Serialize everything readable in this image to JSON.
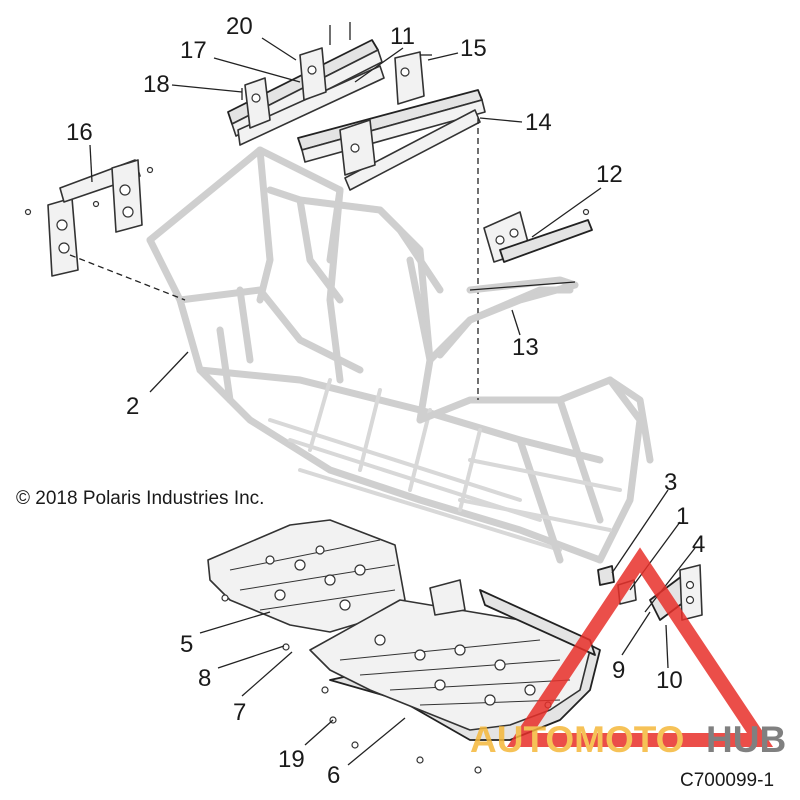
{
  "copyright": "© 2018 Polaris Industries Inc.",
  "figure_id": "C700099-1",
  "callouts": [
    {
      "id": "c1",
      "label": "1"
    },
    {
      "id": "c2",
      "label": "2"
    },
    {
      "id": "c3",
      "label": "3"
    },
    {
      "id": "c4",
      "label": "4"
    },
    {
      "id": "c5",
      "label": "5"
    },
    {
      "id": "c6",
      "label": "6"
    },
    {
      "id": "c7",
      "label": "7"
    },
    {
      "id": "c8",
      "label": "8"
    },
    {
      "id": "c9",
      "label": "9"
    },
    {
      "id": "c10",
      "label": "10"
    },
    {
      "id": "c11",
      "label": "11"
    },
    {
      "id": "c12",
      "label": "12"
    },
    {
      "id": "c13",
      "label": "13"
    },
    {
      "id": "c14",
      "label": "14"
    },
    {
      "id": "c15",
      "label": "15"
    },
    {
      "id": "c16",
      "label": "16"
    },
    {
      "id": "c17",
      "label": "17"
    },
    {
      "id": "c18",
      "label": "18"
    },
    {
      "id": "c19",
      "label": "19"
    },
    {
      "id": "c20",
      "label": "20"
    }
  ],
  "watermark": {
    "part1": "AUTOMOTO",
    "part2": "HUB",
    "color_primary": "#e8302a",
    "color_accent": "#f5b83a",
    "color_secondary": "#6b6b6b"
  }
}
